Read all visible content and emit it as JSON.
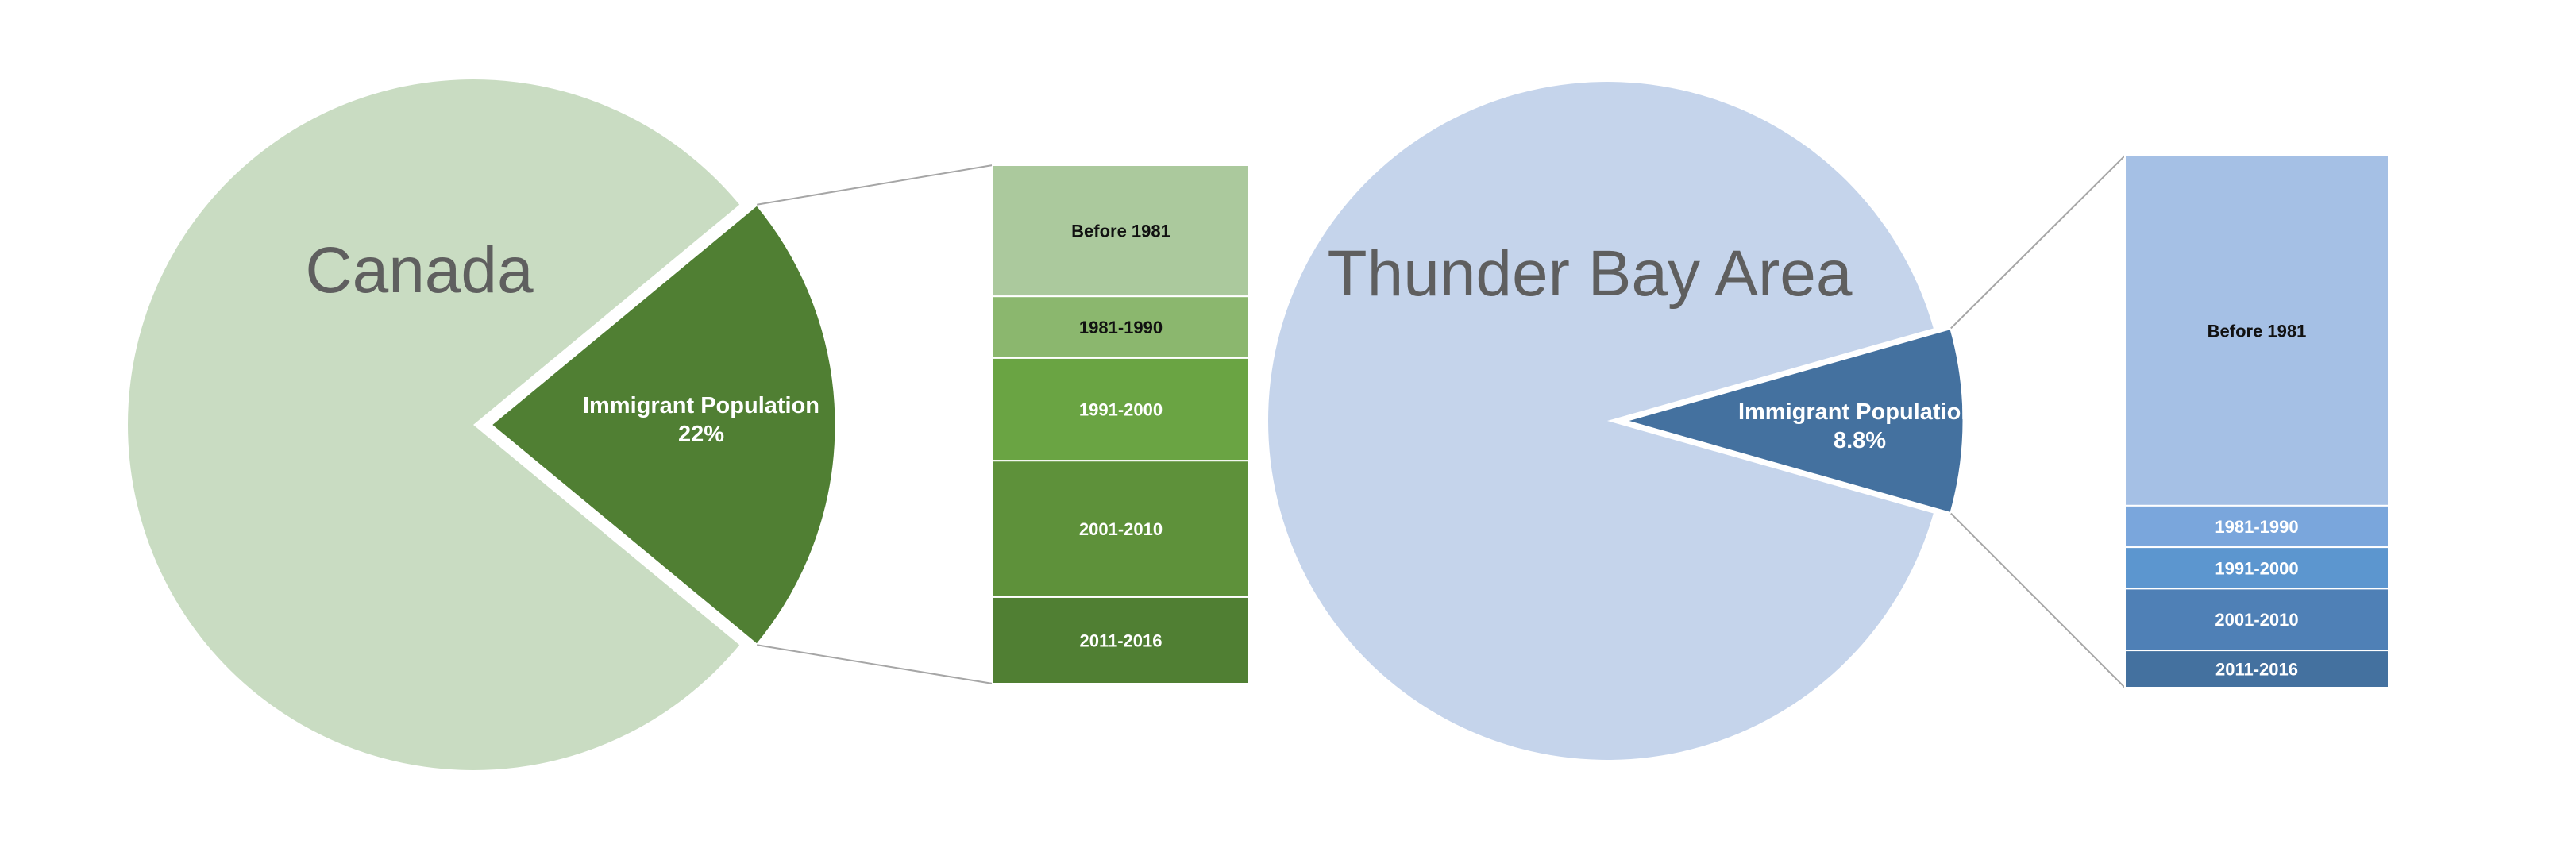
{
  "chart_data": [
    {
      "type": "bar-of-pie",
      "title": "Canada",
      "pie": {
        "slices": [
          {
            "label": "",
            "value": 78,
            "color": "#c9dcc2"
          },
          {
            "label": "Immigrant Population",
            "value_label": "22%",
            "value": 22,
            "color": "#507f33"
          }
        ]
      },
      "bar": {
        "segments": [
          {
            "label": "Before 1981",
            "value": 25.3,
            "color": "#abc99d"
          },
          {
            "label": "1981-1990",
            "value": 11.9,
            "color": "#8bb76e"
          },
          {
            "label": "1991-2000",
            "value": 19.8,
            "color": "#6aa443"
          },
          {
            "label": "2001-2010",
            "value": 26.3,
            "color": "#5e913a"
          },
          {
            "label": "2011-2016",
            "value": 16.7,
            "color": "#507f33"
          }
        ]
      }
    },
    {
      "type": "bar-of-pie",
      "title": "Thunder Bay Area",
      "pie": {
        "slices": [
          {
            "label": "",
            "value": 91.2,
            "color": "#c5d4eb"
          },
          {
            "label": "Immigrant Population,",
            "value_label": "8.8%",
            "value": 8.8,
            "color": "#44719f"
          }
        ]
      },
      "bar": {
        "segments": [
          {
            "label": "Before 1981",
            "value": 65.8,
            "color": "#a5c0e5"
          },
          {
            "label": "1981-1990",
            "value": 7.8,
            "color": "#7aa6dc"
          },
          {
            "label": "1991-2000",
            "value": 7.8,
            "color": "#5c96cf"
          },
          {
            "label": "2001-2010",
            "value": 11.6,
            "color": "#4f80b6"
          },
          {
            "label": "2011-2016",
            "value": 7.0,
            "color": "#44719f"
          }
        ]
      }
    }
  ]
}
